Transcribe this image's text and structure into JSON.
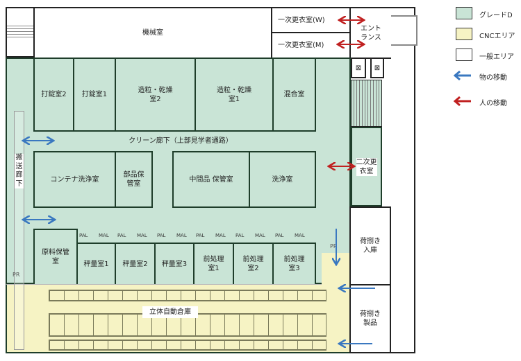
{
  "rooms": {
    "machine": "機械室",
    "change1w": "一次更衣室(W)",
    "change1m": "一次更衣室(M)",
    "entrance": "エントランス",
    "tablet2": "打錠室2",
    "tablet1": "打錠室1",
    "gran2": "造粒・乾燥室2",
    "gran1": "造粒・乾燥室1",
    "mixing": "混合室",
    "clean_corridor": "クリーン廊下（上部見学者通路）",
    "transport_corridor": "搬送廊下",
    "container_wash": "コンテナ洗浄室",
    "parts_storage": "部品保管室",
    "intermediate_storage": "中間品 保管室",
    "washing": "洗浄室",
    "change2": "二次更衣室",
    "raw_storage": "原料保管室",
    "weigh1": "秤量室1",
    "weigh2": "秤量室2",
    "weigh3": "秤量室3",
    "pre1": "前処理室1",
    "pre2": "前処理室2",
    "pre3": "前処理室3",
    "warehouse": "立体自動倉庫",
    "receiving": "荷捌き入庫",
    "products": "荷捌き製品",
    "pr": "PR"
  },
  "airlocks": {
    "pal": "PAL",
    "mal": "MAL"
  },
  "legend": [
    {
      "label": "グレードD",
      "color": "#c9e4d6"
    },
    {
      "label": "CNCエリア",
      "color": "#f6f3c4"
    },
    {
      "label": "一般エリア",
      "color": "#ffffff"
    },
    {
      "label": "物の移動",
      "color": "#3a78c0",
      "icon": "blue-arrow"
    },
    {
      "label": "人の移動",
      "color": "#c02020",
      "icon": "red-arrow"
    }
  ]
}
